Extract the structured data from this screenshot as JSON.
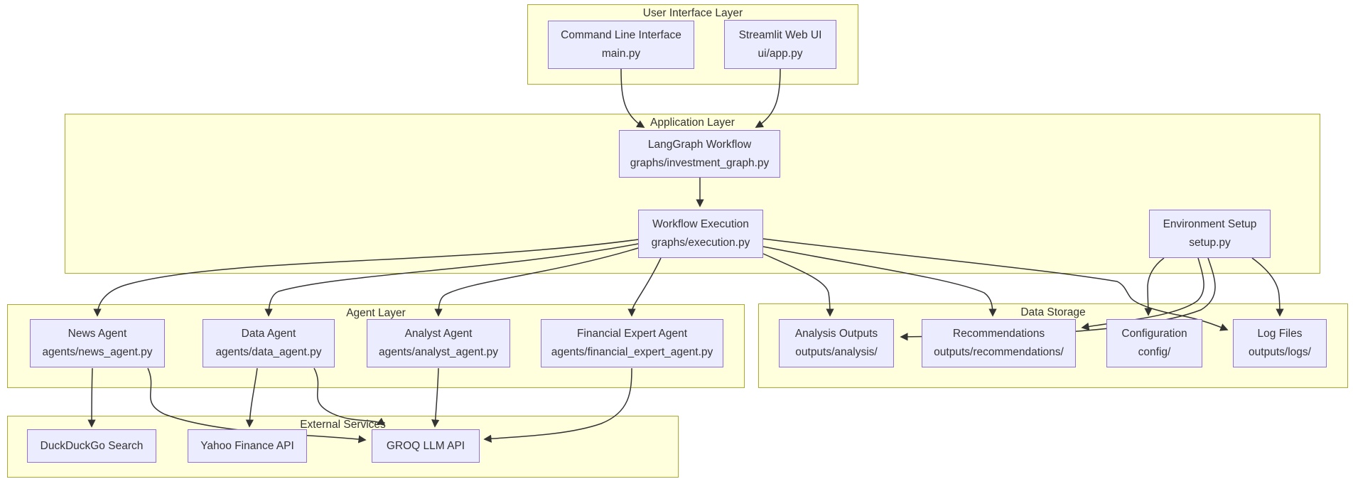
{
  "diagram": {
    "type": "architecture-flowchart",
    "clusters": [
      {
        "id": "ui_layer",
        "label": "User Interface Layer"
      },
      {
        "id": "app_layer",
        "label": "Application Layer"
      },
      {
        "id": "agent_layer",
        "label": "Agent Layer"
      },
      {
        "id": "data_storage",
        "label": "Data Storage"
      },
      {
        "id": "external_services",
        "label": "External Services"
      }
    ],
    "nodes": [
      {
        "id": "cli",
        "cluster": "ui_layer",
        "line1": "Command Line Interface",
        "line2": "main.py"
      },
      {
        "id": "streamlit",
        "cluster": "ui_layer",
        "line1": "Streamlit Web UI",
        "line2": "ui/app.py"
      },
      {
        "id": "langgraph",
        "cluster": "app_layer",
        "line1": "LangGraph Workflow",
        "line2": "graphs/investment_graph.py"
      },
      {
        "id": "execution",
        "cluster": "app_layer",
        "line1": "Workflow Execution",
        "line2": "graphs/execution.py"
      },
      {
        "id": "env_setup",
        "cluster": "app_layer",
        "line1": "Environment Setup",
        "line2": "setup.py"
      },
      {
        "id": "news_agent",
        "cluster": "agent_layer",
        "line1": "News Agent",
        "line2": "agents/news_agent.py"
      },
      {
        "id": "data_agent",
        "cluster": "agent_layer",
        "line1": "Data Agent",
        "line2": "agents/data_agent.py"
      },
      {
        "id": "analyst_agent",
        "cluster": "agent_layer",
        "line1": "Analyst Agent",
        "line2": "agents/analyst_agent.py"
      },
      {
        "id": "financial_agent",
        "cluster": "agent_layer",
        "line1": "Financial Expert Agent",
        "line2": "agents/financial_expert_agent.py"
      },
      {
        "id": "analysis_outputs",
        "cluster": "data_storage",
        "line1": "Analysis Outputs",
        "line2": "outputs/analysis/"
      },
      {
        "id": "recommendations",
        "cluster": "data_storage",
        "line1": "Recommendations",
        "line2": "outputs/recommendations/"
      },
      {
        "id": "configuration",
        "cluster": "data_storage",
        "line1": "Configuration",
        "line2": "config/"
      },
      {
        "id": "log_files",
        "cluster": "data_storage",
        "line1": "Log Files",
        "line2": "outputs/logs/"
      },
      {
        "id": "duckduckgo",
        "cluster": "external_services",
        "line1": "DuckDuckGo Search",
        "line2": ""
      },
      {
        "id": "yahoo",
        "cluster": "external_services",
        "line1": "Yahoo Finance API",
        "line2": ""
      },
      {
        "id": "groq",
        "cluster": "external_services",
        "line1": "GROQ LLM API",
        "line2": ""
      }
    ],
    "edges": [
      {
        "from": "cli",
        "to": "langgraph"
      },
      {
        "from": "streamlit",
        "to": "langgraph"
      },
      {
        "from": "langgraph",
        "to": "execution"
      },
      {
        "from": "execution",
        "to": "news_agent"
      },
      {
        "from": "execution",
        "to": "data_agent"
      },
      {
        "from": "execution",
        "to": "analyst_agent"
      },
      {
        "from": "execution",
        "to": "financial_agent"
      },
      {
        "from": "execution",
        "to": "analysis_outputs"
      },
      {
        "from": "execution",
        "to": "recommendations"
      },
      {
        "from": "execution",
        "to": "log_files"
      },
      {
        "from": "env_setup",
        "to": "configuration"
      },
      {
        "from": "env_setup",
        "to": "recommendations"
      },
      {
        "from": "env_setup",
        "to": "analysis_outputs"
      },
      {
        "from": "env_setup",
        "to": "log_files"
      },
      {
        "from": "news_agent",
        "to": "duckduckgo"
      },
      {
        "from": "news_agent",
        "to": "groq"
      },
      {
        "from": "data_agent",
        "to": "yahoo"
      },
      {
        "from": "data_agent",
        "to": "groq"
      },
      {
        "from": "analyst_agent",
        "to": "groq"
      },
      {
        "from": "financial_agent",
        "to": "groq"
      }
    ],
    "colors": {
      "node_fill": "#ECECFF",
      "node_border": "#9370DB",
      "cluster_fill": "#FFFFDE",
      "cluster_border": "#AAAA33",
      "edge": "#333333",
      "text": "#333333"
    }
  }
}
